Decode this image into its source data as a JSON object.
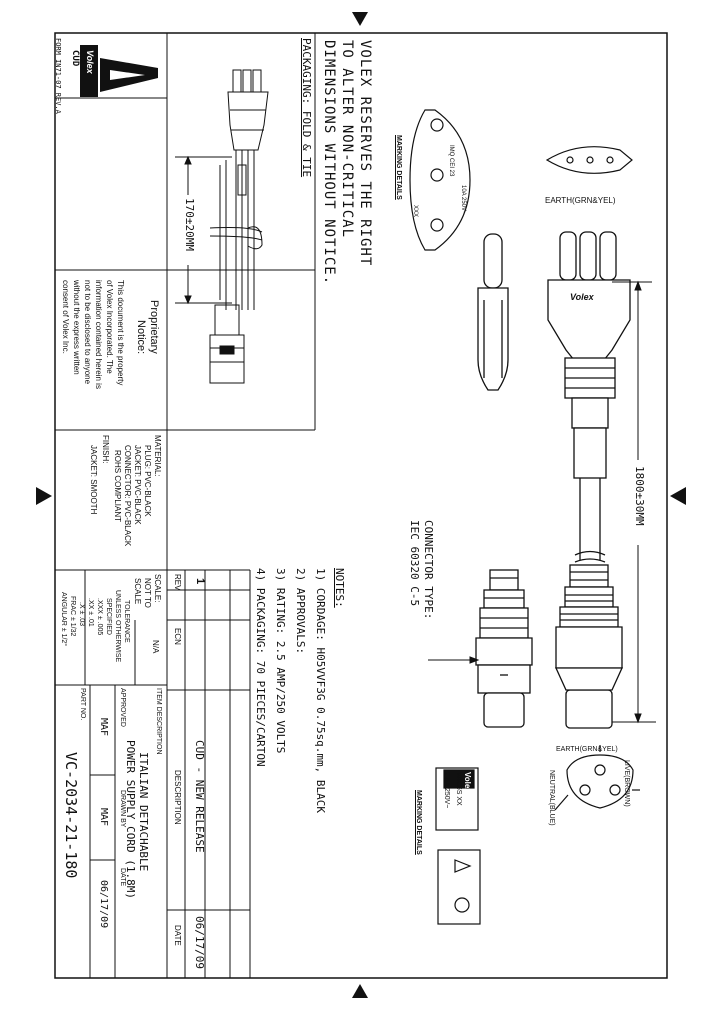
{
  "notice": {
    "line1": "VOLEX RESERVES THE RIGHT",
    "line2": "TO ALTER NON-CRITICAL",
    "line3": "DIMENSIONS WITHOUT NOTICE."
  },
  "packaging_label": "PACKAGING: FOLD & TIE",
  "marking_details_label": "MARKING DETAILS",
  "plug_marking": {
    "line1": "IMQ CEI 23",
    "line2": "10A 250V~",
    "line3": "XXX"
  },
  "earth_top_label": "EARTH(GRN&YEL)",
  "dimensions": {
    "fold_length": "170±20MM",
    "cord_length": "1800±30MM"
  },
  "connector": {
    "type_label": "CONNECTOR TYPE:",
    "type_value": "IEC 60320 C-5"
  },
  "notes": {
    "title": "NOTES:",
    "items": [
      "1) CORDAGE: H05VVF3G 0.75sq.mm, BLACK",
      "2) APPROVALS:",
      "3) RATING: 2.5 AMP/250 VOLTS",
      "4) PACKAGING: 70 PIECES/CARTON"
    ]
  },
  "connector_face": {
    "earth_label": "EARTH(GRN&YEL)",
    "live_label": "LIVE(BROWN)",
    "neutral_label": "NEUTRAL(BLUE)"
  },
  "connector_marking": {
    "brand": "Volex",
    "line1": "VAC6S  XX",
    "line2": "2.5A 250V~"
  },
  "brand_logo": "Volex",
  "company": {
    "logo_text": "Volex",
    "division": "CUD",
    "form": "FORM IN71-07 REV.A"
  },
  "proprietary": {
    "title1": "Proprietary",
    "title2": "Notice:",
    "body": [
      "This document is the property",
      "of Volex Incorporated. The",
      "information contained herein is",
      "not to be disclosed to anyone",
      "without the express written",
      "consent of Volex Inc."
    ]
  },
  "material": {
    "header": "MATERIAL:",
    "plug": "PLUG: PVC-BLACK",
    "jacket": "JACKET: PVC-BLACK",
    "connector": "CONNECTOR: PVC-BLACK",
    "rohs": "ROHS COMPLIANT",
    "finish_header": "FINISH:",
    "finish": "JACKET: SMOOTH"
  },
  "revision_table": {
    "rev_header": "REV",
    "ecn_header": "ECN",
    "description_header": "DESCRIPTION",
    "date_header": "DATE",
    "rows": [
      {
        "rev": "1",
        "ecn": "",
        "description": "CUD - NEW RELEASE",
        "date": "06/17/09"
      }
    ]
  },
  "scale": {
    "label": "SCALE:",
    "value1": "NOT TO",
    "value2": "SCALE",
    "ecn_value": "N/A"
  },
  "tolerance": {
    "line1": "TOLERANCE",
    "line2": "UNLESS OTHERWISE",
    "line3": "SPECIFIED",
    "line4": ".XXX ± .005",
    ".XX": ".XX ± .01",
    "line6": ".X ± .03",
    "line7": "FRAC ± 1/32",
    "line8": "ANGULAR ± 1/2°"
  },
  "title_block": {
    "item_label": "ITEM DESCRIPTION",
    "item_line1": "ITALIAN DETACHABLE",
    "item_line2": "POWER SUPPLY CORD (1.8M)",
    "approved_label": "APPROVED",
    "approved_value": "MAF",
    "drawn_label": "DRAWN BY",
    "drawn_value": "MAF",
    "date_label": "DATE",
    "date_value": "06/17/09",
    "part_label": "PART NO.",
    "part_value": "VC-2034-21-180"
  }
}
